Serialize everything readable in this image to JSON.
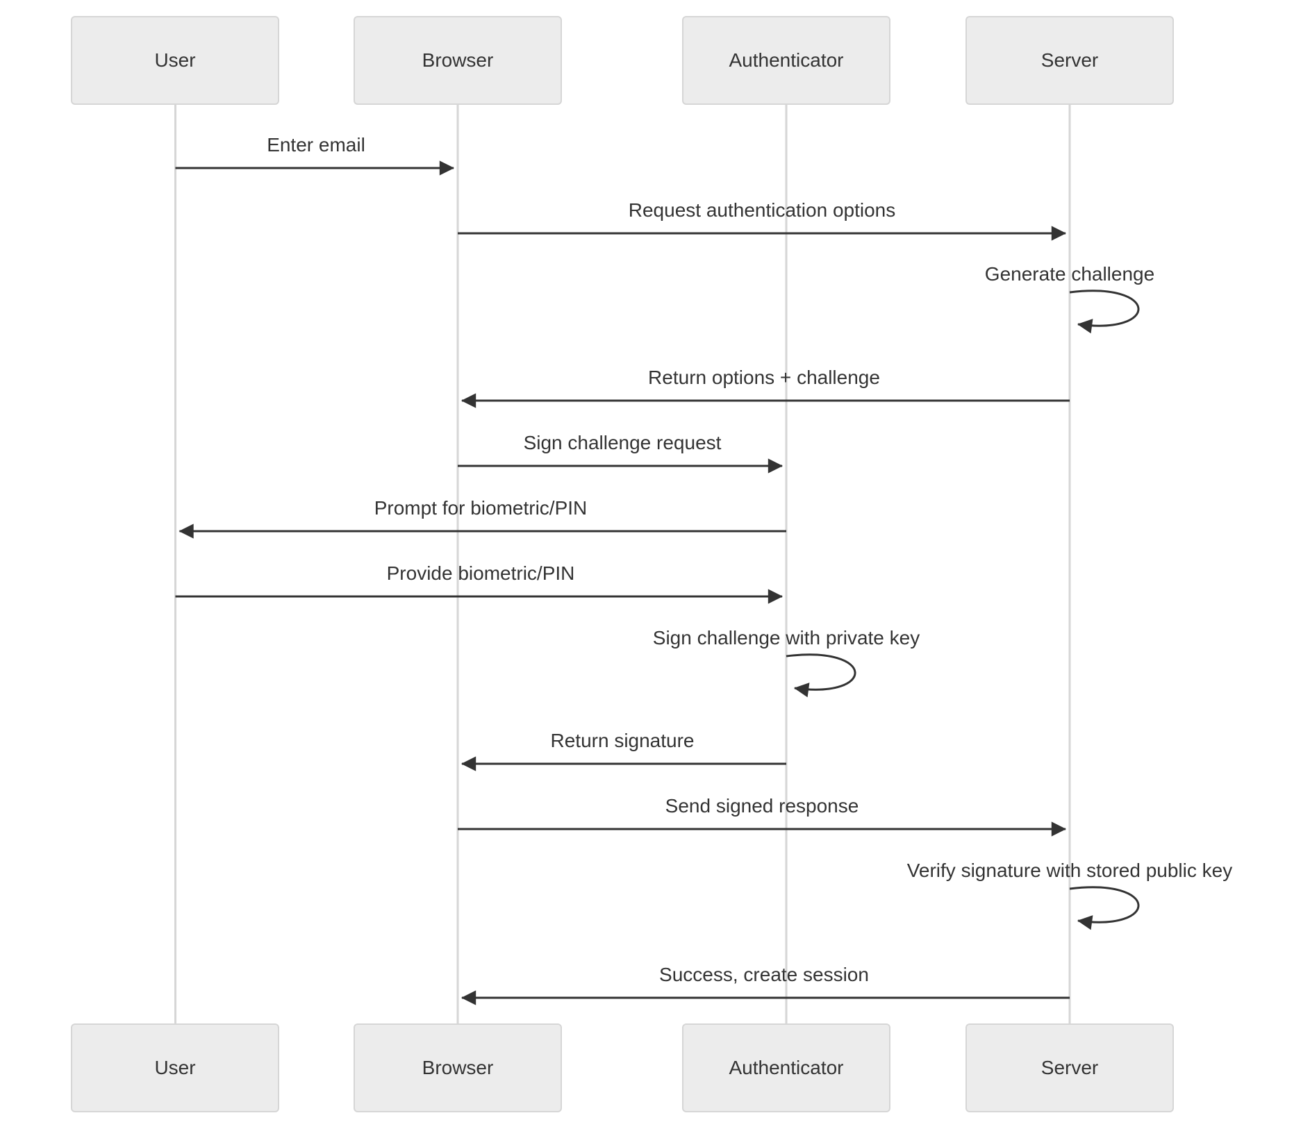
{
  "diagram": {
    "type": "sequence-diagram",
    "actors": [
      {
        "id": "user",
        "label": "User"
      },
      {
        "id": "browser",
        "label": "Browser"
      },
      {
        "id": "authenticator",
        "label": "Authenticator"
      },
      {
        "id": "server",
        "label": "Server"
      }
    ],
    "messages": [
      {
        "from": "User",
        "to": "Browser",
        "label": "Enter email",
        "kind": "solid-arrow"
      },
      {
        "from": "Browser",
        "to": "Server",
        "label": "Request authentication options",
        "kind": "solid-arrow"
      },
      {
        "from": "Server",
        "to": "Server",
        "label": "Generate challenge",
        "kind": "self-loop"
      },
      {
        "from": "Server",
        "to": "Browser",
        "label": "Return options + challenge",
        "kind": "solid-arrow"
      },
      {
        "from": "Browser",
        "to": "Authenticator",
        "label": "Sign challenge request",
        "kind": "solid-arrow"
      },
      {
        "from": "Authenticator",
        "to": "User",
        "label": "Prompt for biometric/PIN",
        "kind": "solid-arrow"
      },
      {
        "from": "User",
        "to": "Authenticator",
        "label": "Provide biometric/PIN",
        "kind": "solid-arrow"
      },
      {
        "from": "Authenticator",
        "to": "Authenticator",
        "label": "Sign challenge with private key",
        "kind": "self-loop"
      },
      {
        "from": "Authenticator",
        "to": "Browser",
        "label": "Return signature",
        "kind": "solid-arrow"
      },
      {
        "from": "Browser",
        "to": "Server",
        "label": "Send signed response",
        "kind": "solid-arrow"
      },
      {
        "from": "Server",
        "to": "Server",
        "label": "Verify signature with stored public key",
        "kind": "self-loop"
      },
      {
        "from": "Server",
        "to": "Browser",
        "label": "Success, create session",
        "kind": "solid-arrow"
      }
    ],
    "colors": {
      "background": "#ffffff",
      "actor_fill": "#ececec",
      "actor_border": "#d6d6d6",
      "lifeline": "#d6d6d6",
      "arrow": "#333333",
      "text": "#333333"
    }
  }
}
